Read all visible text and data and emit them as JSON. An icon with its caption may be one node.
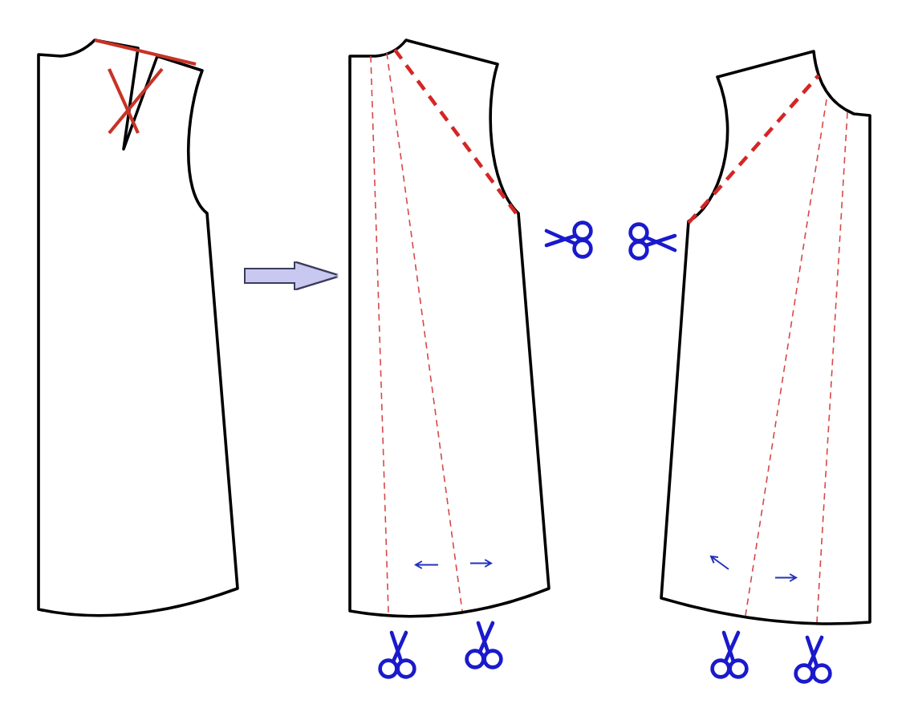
{
  "diagram": {
    "nodes": [
      {
        "text": [],
        "shape": "picture"
      },
      {
        "text": [],
        "shape": "picture"
      },
      {
        "text": [],
        "shape": "picture"
      }
    ],
    "edges": [
      {
        "from": 0,
        "to": 1,
        "arrow": "to",
        "color": "#c8c8f0"
      }
    ]
  }
}
